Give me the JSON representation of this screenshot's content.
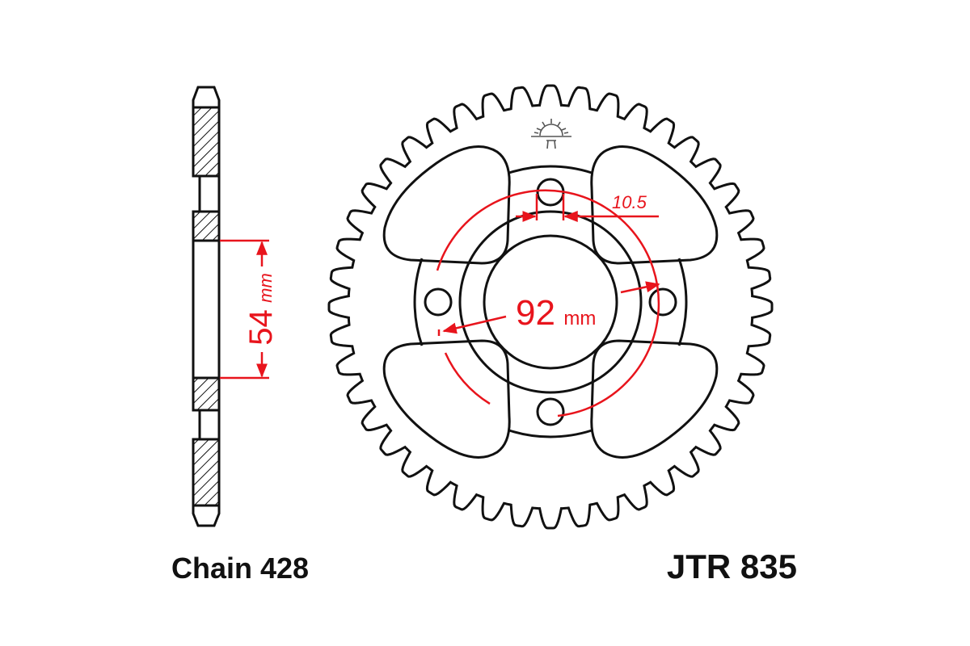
{
  "labels": {
    "chain": "Chain 428",
    "part_number": "JTR 835"
  },
  "dimensions": {
    "bolt_circle_value": "92",
    "bolt_circle_unit": "mm",
    "bolt_hole": "10.5",
    "center_bore_value": "54",
    "center_bore_unit": "mm"
  },
  "colors": {
    "outline": "#111111",
    "dimension": "#e8141c"
  },
  "icons": {
    "logo": "sunrise-logo-icon"
  }
}
